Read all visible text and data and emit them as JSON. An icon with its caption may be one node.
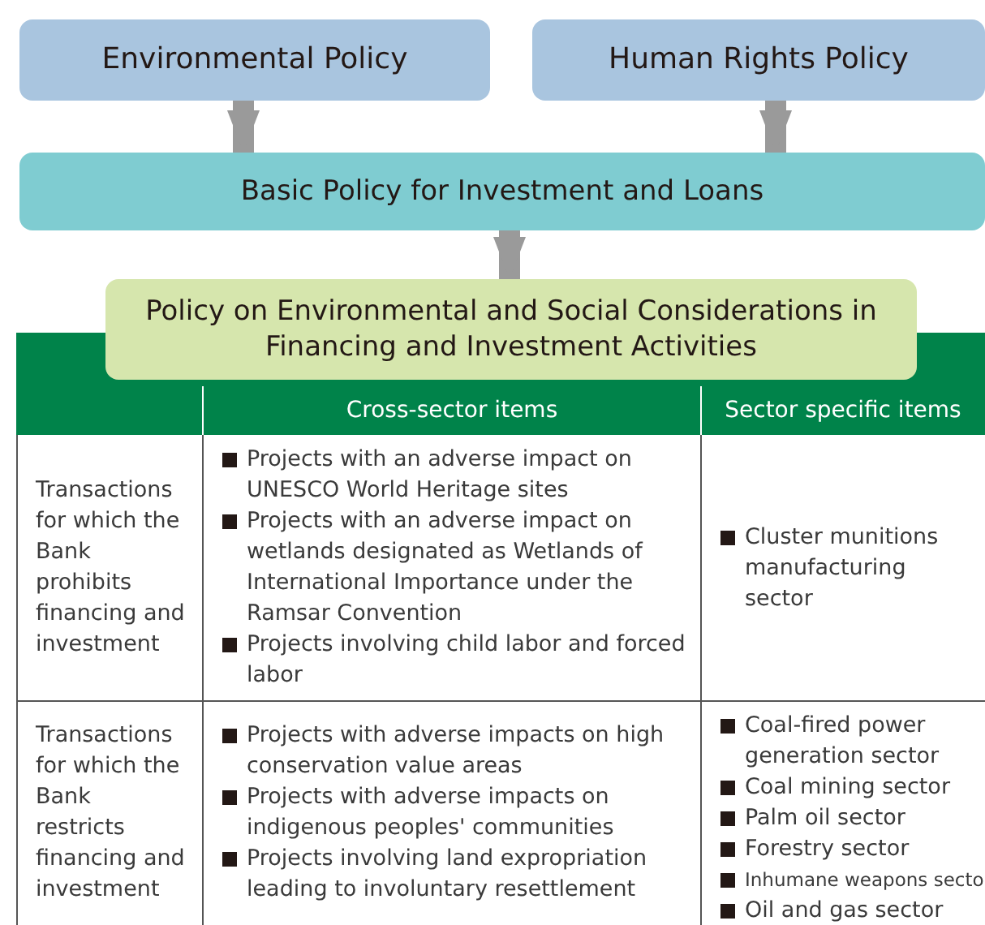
{
  "diagram": {
    "nodes": [
      {
        "text": [
          "Environmental Policy"
        ]
      },
      {
        "text": [
          "Human Rights Policy"
        ]
      },
      {
        "text": [
          "Basic Policy for Investment and Loans"
        ]
      },
      {
        "text": [
          "Policy on Environmental and Social Considerations in Financing and Investment Activities"
        ]
      }
    ],
    "edges": [
      {
        "from": 0,
        "to": 2,
        "arrow": "to"
      },
      {
        "from": 1,
        "to": 2,
        "arrow": "to"
      },
      {
        "from": 2,
        "to": 3,
        "arrow": "to"
      }
    ],
    "labels": [
      "Cross-sector items",
      "Sector specific items",
      "Transactions for which the Bank prohibits financing and investment",
      "Projects with an adverse impact on UNESCO World Heritage sites",
      "Projects with an adverse impact on wetlands designated as Wetlands of International Importance under the Ramsar Convention",
      "Projects involving child labor and forced labor",
      "Cluster munitions manufacturing sector",
      "Transactions for which the Bank restricts financing and investment",
      "Projects with adverse impacts on high conservation value areas",
      "Projects with adverse impacts on indigenous peoples' communities",
      "Projects involving land expropriation leading to involuntary resettlement",
      "Coal-fired power generation sector",
      "Coal mining sector",
      "Palm oil sector",
      "Forestry sector",
      "Inhumane weapons secto",
      "Oil and gas sector"
    ]
  }
}
